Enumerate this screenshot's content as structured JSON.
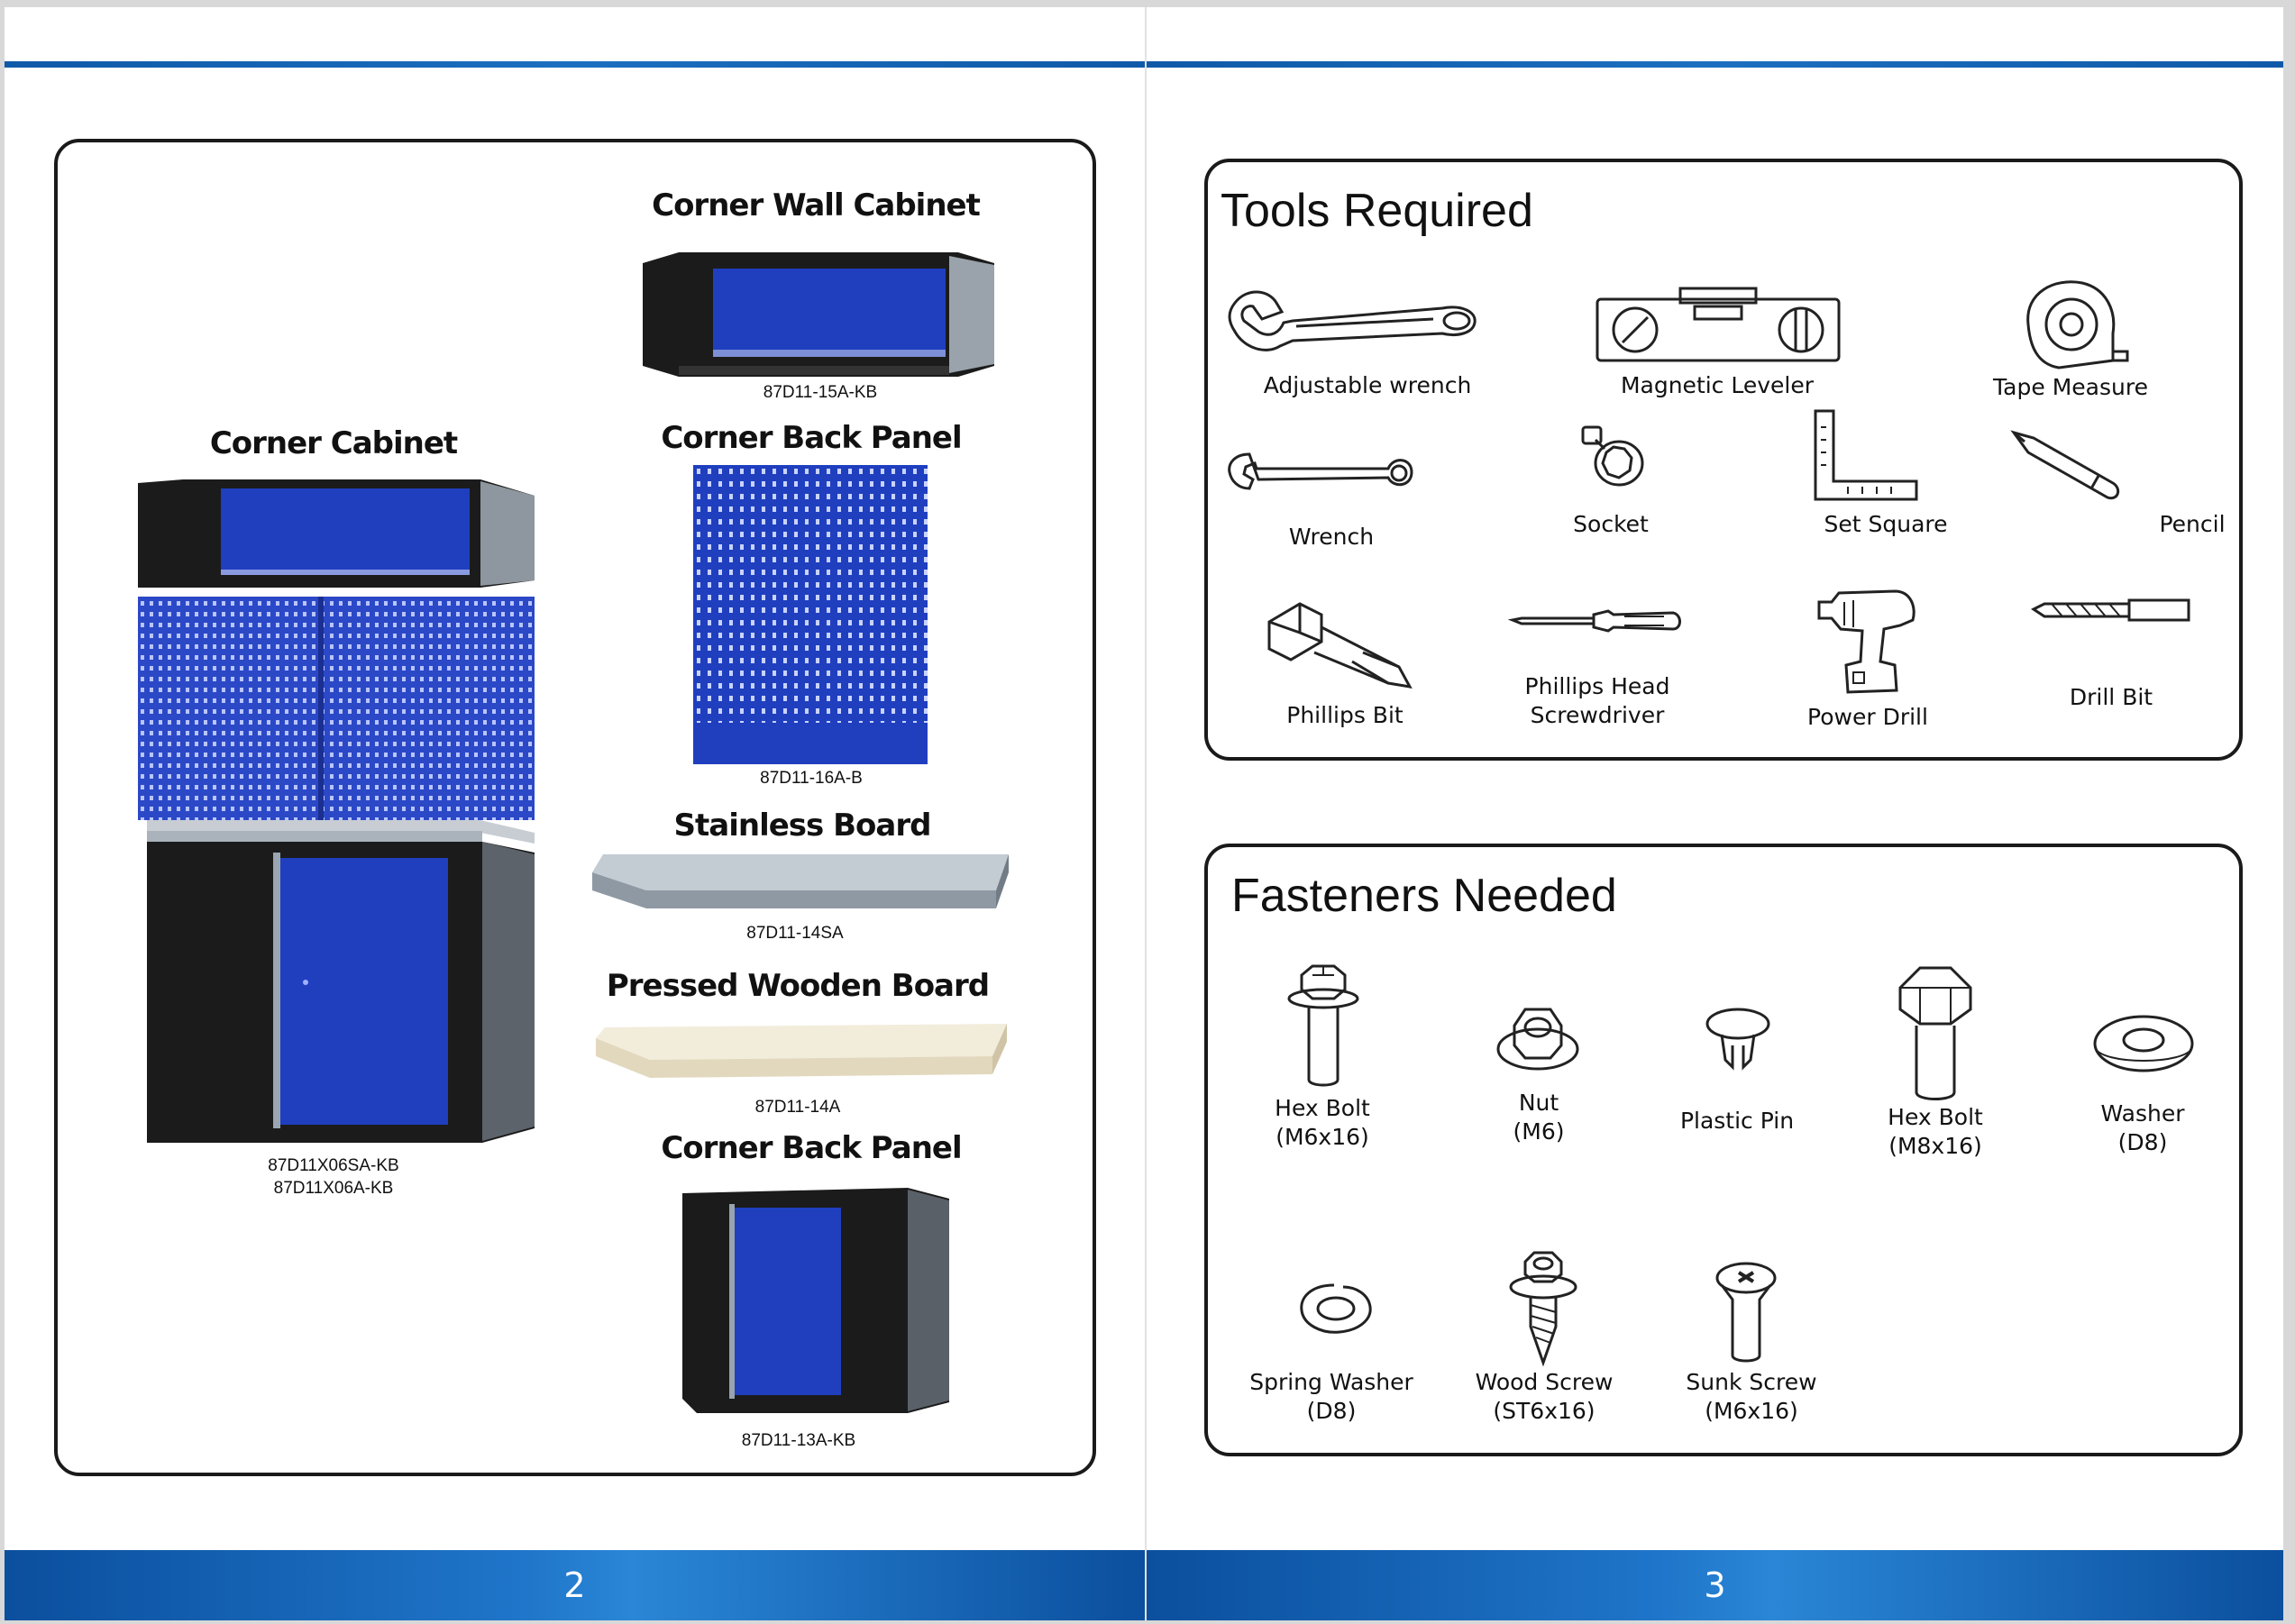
{
  "left_page": {
    "number": "2",
    "products": {
      "corner_wall_cabinet": {
        "title": "Corner Wall Cabinet",
        "code": "87D11-15A-KB"
      },
      "corner_cabinet": {
        "title": "Corner Cabinet",
        "codes": [
          "87D11X06SA-KB",
          "87D11X06A-KB"
        ]
      },
      "corner_back_panel_1": {
        "title": "Corner Back Panel",
        "code": "87D11-16A-B"
      },
      "stainless_board": {
        "title": "Stainless Board",
        "code": "87D11-14SA"
      },
      "pressed_wooden_board": {
        "title": "Pressed Wooden Board",
        "code": "87D11-14A"
      },
      "corner_back_panel_2": {
        "title": "Corner Back Panel",
        "code": "87D11-13A-KB"
      }
    },
    "colors": {
      "cabinet_blue": "#1f3fbf",
      "cabinet_black": "#1b1b1b",
      "stainless": "#b9c2cc",
      "wood": "#efe7d2"
    }
  },
  "right_page": {
    "number": "3",
    "tools": {
      "title": "Tools Required",
      "items": [
        {
          "label": "Adjustable wrench",
          "icon": "adjustable-wrench-icon"
        },
        {
          "label": "Magnetic Leveler",
          "icon": "magnetic-leveler-icon"
        },
        {
          "label": "Tape Measure",
          "icon": "tape-measure-icon"
        },
        {
          "label": "Wrench",
          "icon": "wrench-icon"
        },
        {
          "label": "Socket",
          "icon": "socket-icon"
        },
        {
          "label": "Set Square",
          "icon": "set-square-icon"
        },
        {
          "label": "Pencil",
          "icon": "pencil-icon"
        },
        {
          "label": "Phillips Bit",
          "icon": "phillips-bit-icon"
        },
        {
          "label_lines": [
            "Phillips Head",
            "Screwdriver"
          ],
          "icon": "screwdriver-icon"
        },
        {
          "label": "Power Drill",
          "icon": "power-drill-icon"
        },
        {
          "label": "Drill Bit",
          "icon": "drill-bit-icon"
        }
      ]
    },
    "fasteners": {
      "title": "Fasteners Needed",
      "items": [
        {
          "label_lines": [
            "Hex Bolt",
            "(M6x16)"
          ],
          "icon": "hex-bolt-icon"
        },
        {
          "label_lines": [
            "Nut",
            "(M6)"
          ],
          "icon": "nut-icon"
        },
        {
          "label": "Plastic Pin",
          "icon": "plastic-pin-icon"
        },
        {
          "label_lines": [
            "Hex Bolt",
            "(M8x16)"
          ],
          "icon": "hex-bolt-large-icon"
        },
        {
          "label_lines": [
            "Washer",
            "(D8)"
          ],
          "icon": "washer-icon"
        },
        {
          "label_lines": [
            "Spring Washer",
            "(D8)"
          ],
          "icon": "spring-washer-icon"
        },
        {
          "label_lines": [
            "Wood Screw",
            "(ST6x16)"
          ],
          "icon": "wood-screw-icon"
        },
        {
          "label_lines": [
            "Sunk Screw",
            "(M6x16)"
          ],
          "icon": "sunk-screw-icon"
        }
      ]
    },
    "colors": {
      "accent_blue": "#1565c0"
    }
  }
}
